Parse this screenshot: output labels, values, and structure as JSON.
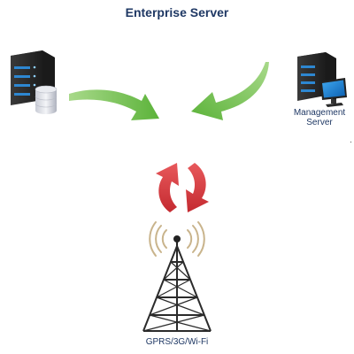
{
  "title": "Enterprise Server",
  "management_server": {
    "label_line1": "Management",
    "label_line2": "Server"
  },
  "tower": {
    "label": "GPRS/3G/Wi-Fi"
  },
  "colors": {
    "title": "#1f3864",
    "arrow_green": "#6cbd45",
    "arrow_red": "#d9393e",
    "server_body": "#2b2b2b",
    "server_light": "#3aa0e6",
    "tower": "#2b2b2b"
  },
  "icons": {
    "enterprise_server": "server-with-database-icon",
    "management_server": "server-with-monitor-icon",
    "sync": "sync-arrows-icon",
    "tower": "cell-tower-icon"
  }
}
